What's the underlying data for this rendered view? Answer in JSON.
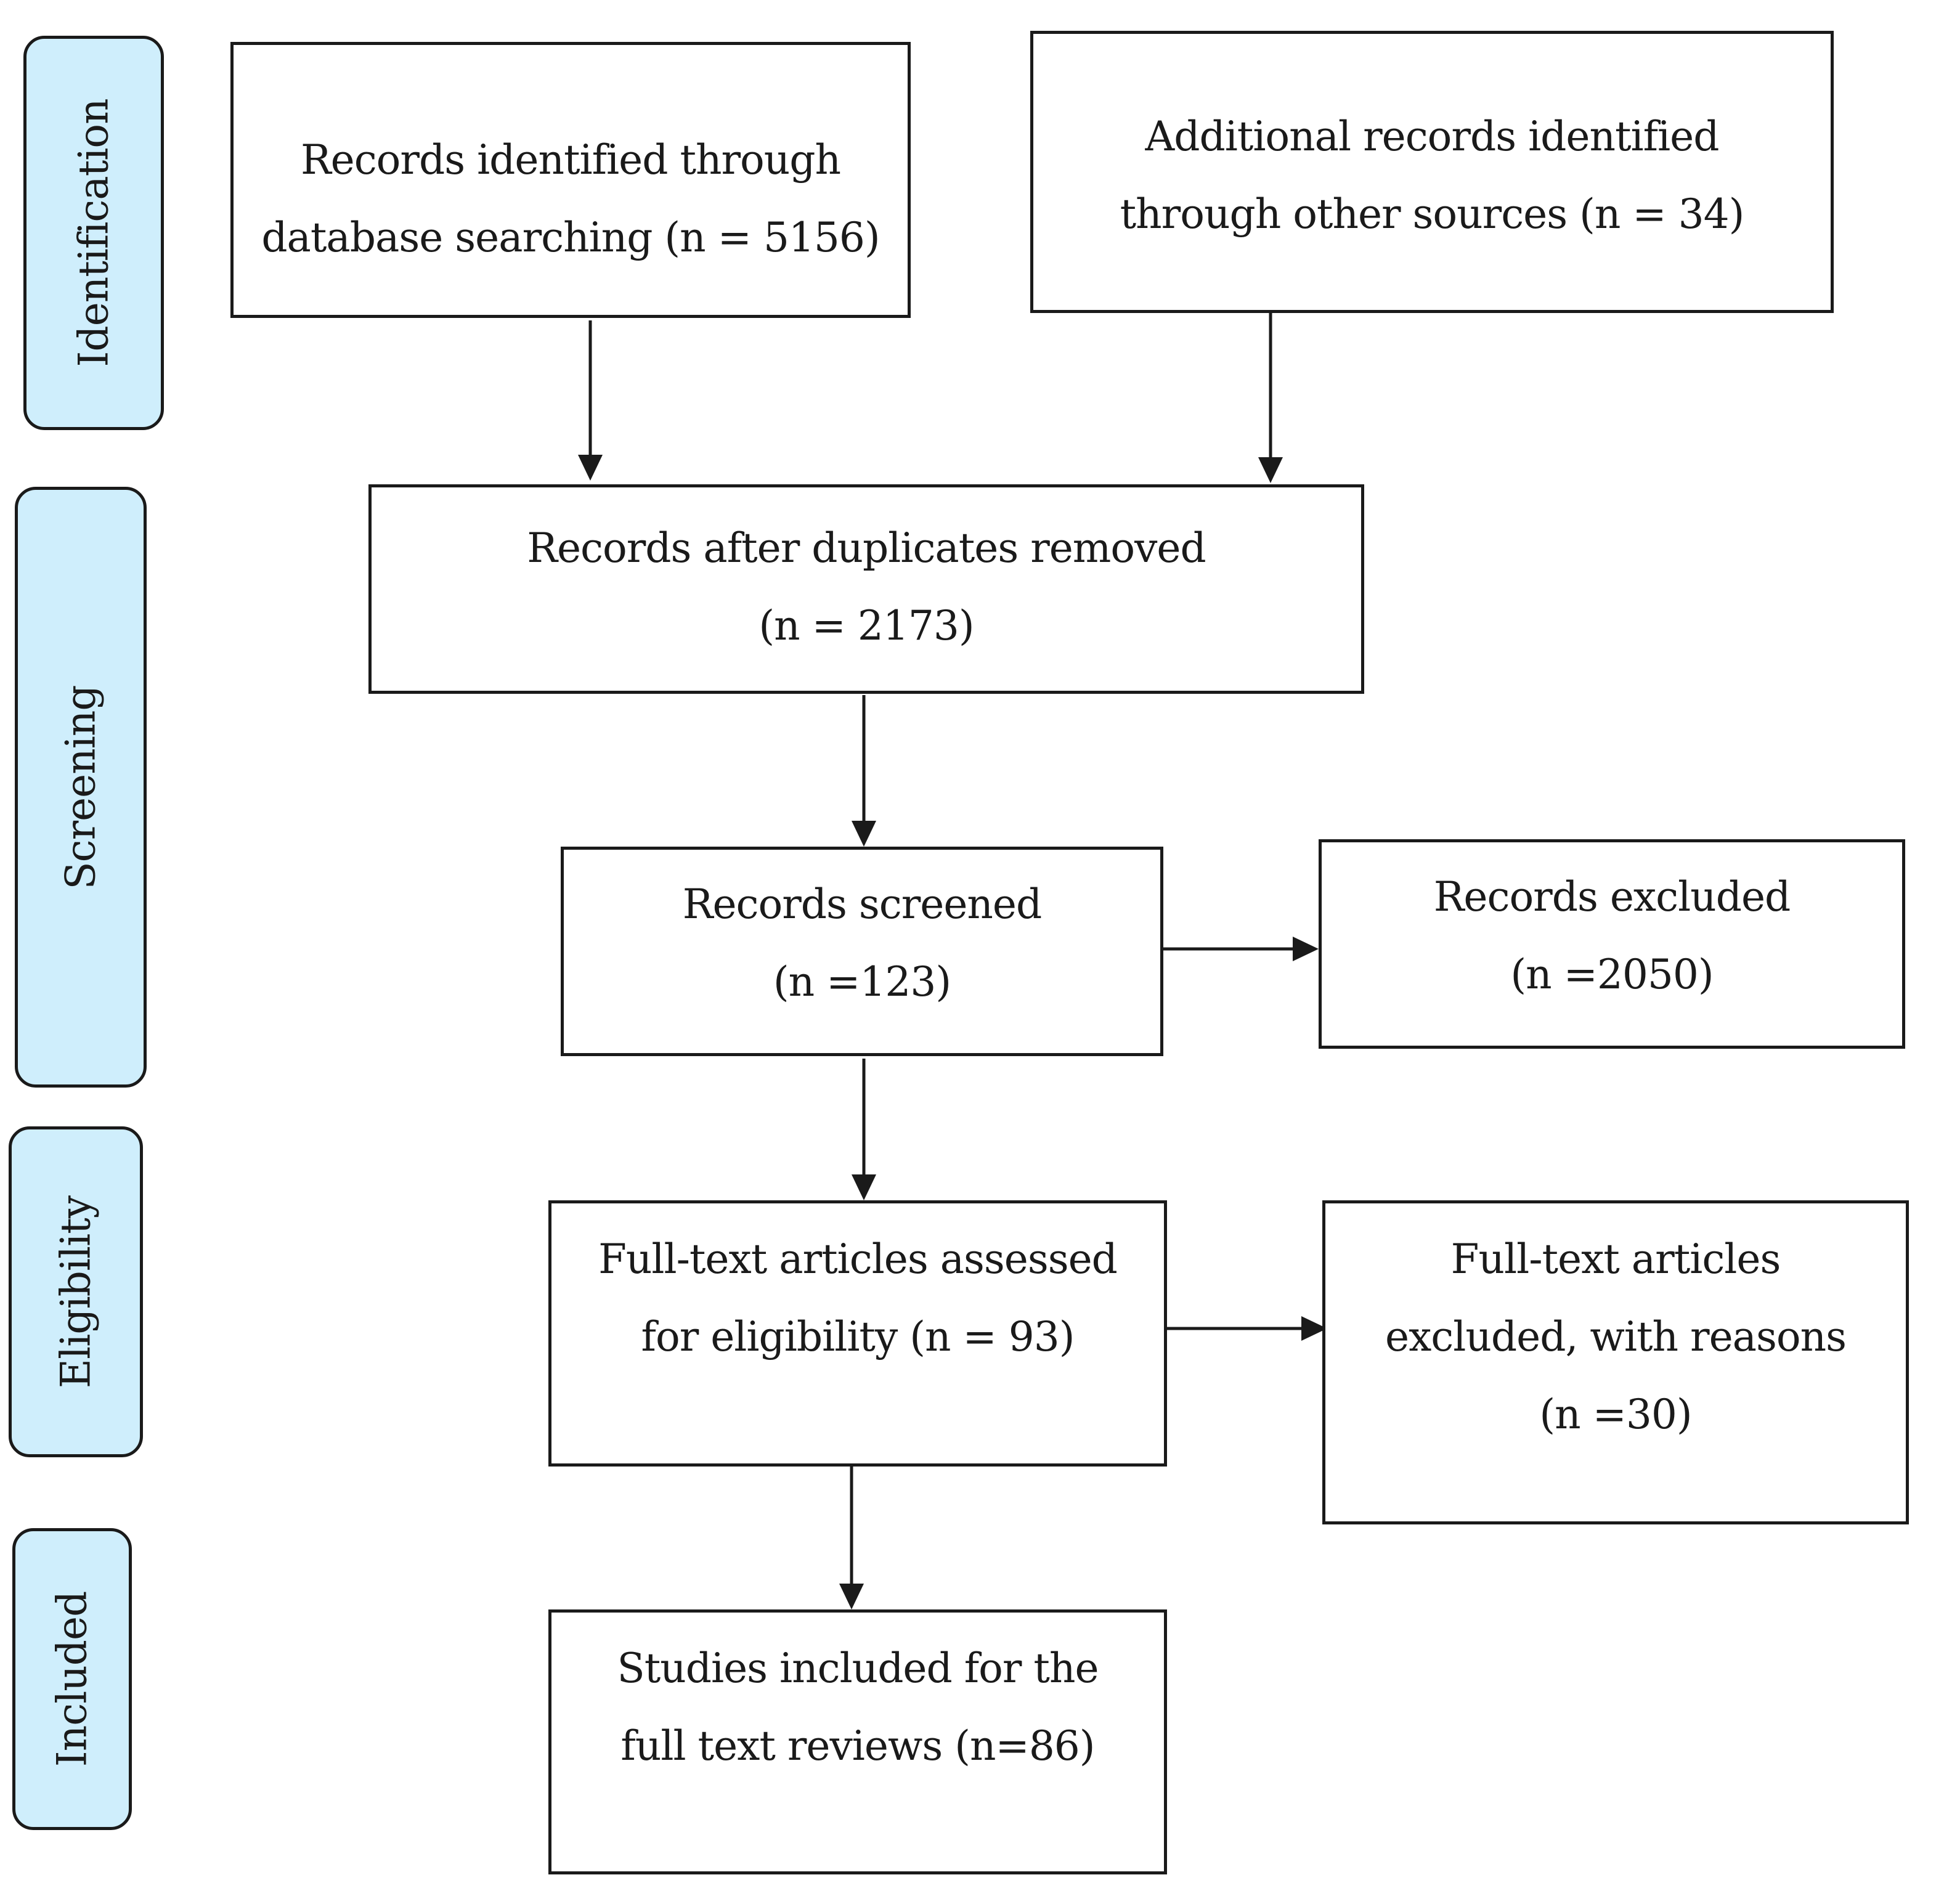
{
  "stages": {
    "identification": "Identification",
    "screening": "Screening",
    "eligibility": "Eligibility",
    "included": "Included"
  },
  "boxes": {
    "database_records": {
      "lines": [
        "Records identified through",
        "database searching (n = 5156)"
      ]
    },
    "other_sources": {
      "lines": [
        "Additional records identified",
        "through other sources (n = 34)"
      ]
    },
    "after_duplicates": {
      "lines": [
        "Records after duplicates removed",
        "(n = 2173)"
      ]
    },
    "screened": {
      "lines": [
        "Records screened",
        "(n =123)"
      ]
    },
    "excluded": {
      "lines": [
        "Records excluded",
        "(n =2050)"
      ]
    },
    "fulltext_assessed": {
      "lines": [
        "Full-text articles assessed",
        "for eligibility (n = 93)"
      ]
    },
    "fulltext_excluded": {
      "lines": [
        "Full-text articles",
        "excluded, with reasons",
        "(n =30)"
      ]
    },
    "included_studies": {
      "lines": [
        "Studies included for the",
        "full text reviews (n=86)"
      ]
    }
  },
  "colors": {
    "stage_fill": "#cfeefc",
    "line": "#1a1a1a",
    "box_fill": "#ffffff"
  }
}
